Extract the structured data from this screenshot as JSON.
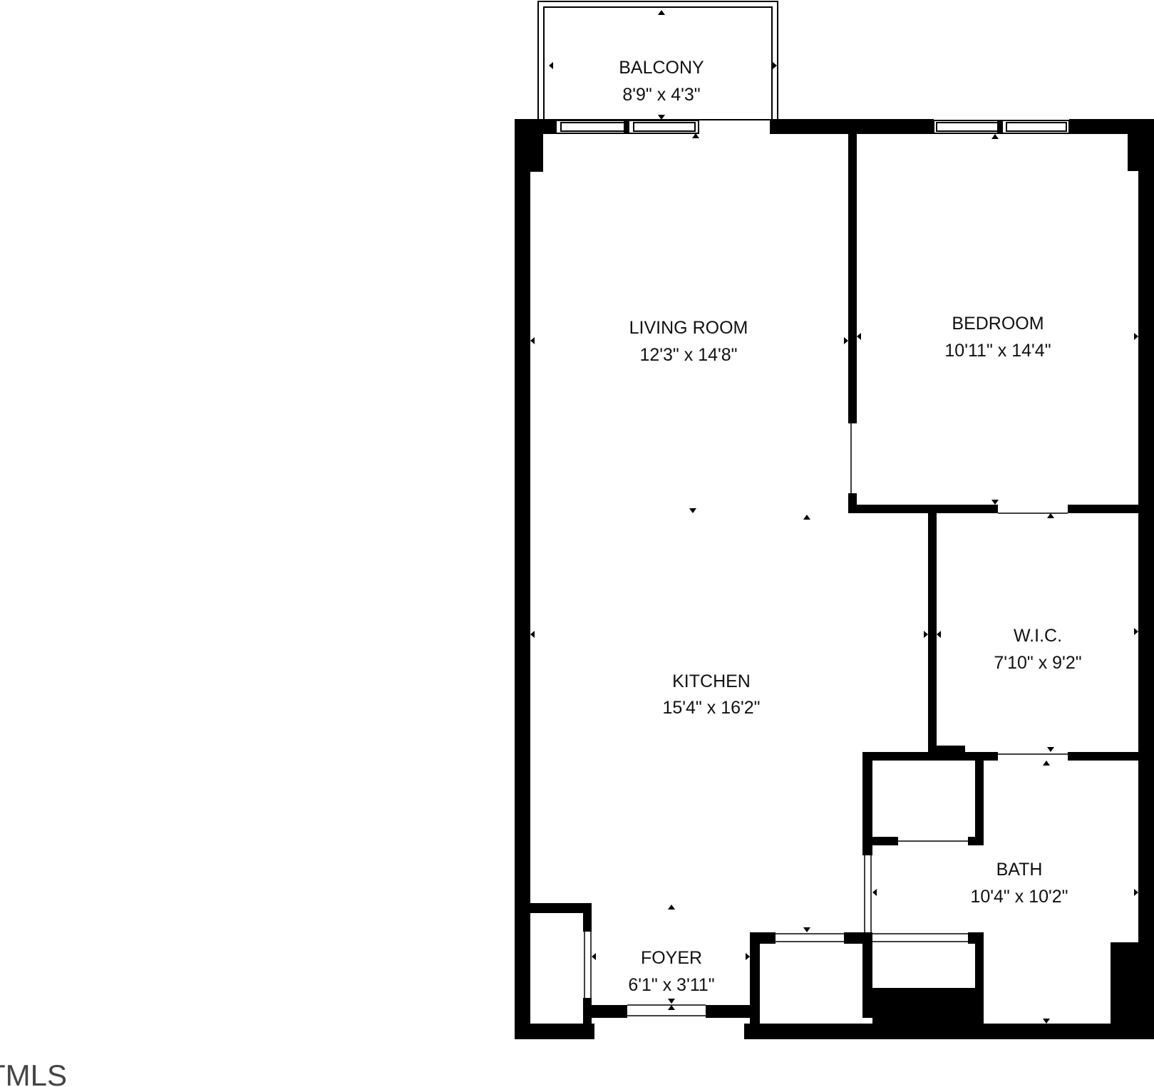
{
  "watermark": "TMLS",
  "colors": {
    "wall": "#000000",
    "background": "#ffffff",
    "text": "#111111"
  },
  "rooms": [
    {
      "id": "balcony",
      "name": "BALCONY",
      "dimensions": "8'9\" x 4'3\""
    },
    {
      "id": "living-room",
      "name": "LIVING ROOM",
      "dimensions": "12'3\" x 14'8\""
    },
    {
      "id": "bedroom",
      "name": "BEDROOM",
      "dimensions": "10'11\" x 14'4\""
    },
    {
      "id": "wic",
      "name": "W.I.C.",
      "dimensions": "7'10\" x 9'2\""
    },
    {
      "id": "kitchen",
      "name": "KITCHEN",
      "dimensions": "15'4\" x 16'2\""
    },
    {
      "id": "bath",
      "name": "BATH",
      "dimensions": "10'4\" x 10'2\""
    },
    {
      "id": "foyer",
      "name": "FOYER",
      "dimensions": "6'1\" x 3'11\""
    }
  ]
}
